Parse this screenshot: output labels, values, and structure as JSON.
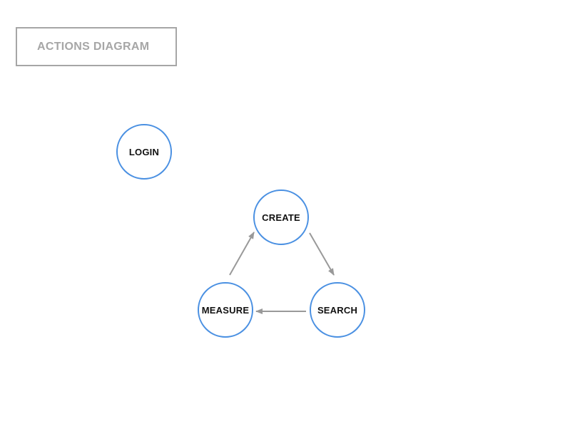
{
  "title": "ACTIONS DIAGRAM",
  "nodes": {
    "login": "LOGIN",
    "create": "CREATE",
    "search": "SEARCH",
    "measure": "MEASURE"
  },
  "edges": [
    {
      "from": "CREATE",
      "to": "SEARCH"
    },
    {
      "from": "SEARCH",
      "to": "MEASURE"
    },
    {
      "from": "MEASURE",
      "to": "CREATE"
    }
  ],
  "colors": {
    "node_border": "#4a90e2",
    "edge": "#999999",
    "title_border": "#a6a6a6",
    "title_text": "#a6a6a6"
  }
}
